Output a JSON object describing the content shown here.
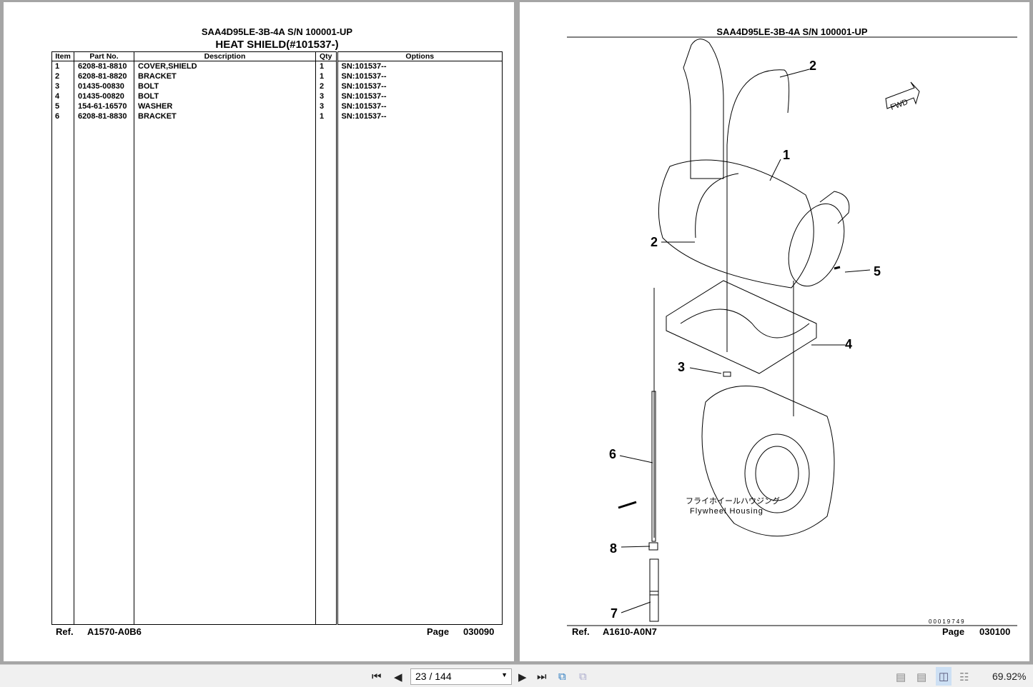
{
  "left_page": {
    "model": "SAA4D95LE-3B-4A S/N 100001-UP",
    "title": "HEAT SHIELD(#101537-)",
    "columns": [
      "Item",
      "Part No.",
      "Description",
      "Qty",
      "Options"
    ],
    "rows": [
      [
        "1",
        "6208-81-8810",
        "COVER,SHIELD",
        "1",
        "SN:101537--"
      ],
      [
        "2",
        "6208-81-8820",
        "BRACKET",
        "1",
        "SN:101537--"
      ],
      [
        "3",
        "01435-00830",
        "BOLT",
        "2",
        "SN:101537--"
      ],
      [
        "4",
        "01435-00820",
        "BOLT",
        "3",
        "SN:101537--"
      ],
      [
        "5",
        "154-61-16570",
        "WASHER",
        "3",
        "SN:101537--"
      ],
      [
        "6",
        "6208-81-8830",
        "BRACKET",
        "1",
        "SN:101537--"
      ]
    ],
    "ref_label": "Ref.",
    "ref": "A1570-A0B6",
    "page_label": "Page",
    "page": "030090"
  },
  "right_page": {
    "model": "SAA4D95LE-3B-4A S/N 100001-UP",
    "callouts": [
      "1",
      "2",
      "2",
      "3",
      "4",
      "5",
      "6",
      "7",
      "8"
    ],
    "fwd": "FWD",
    "housing_jp": "フライホイールハウジング",
    "housing_en": "Flywheel Housing",
    "drawing_no": "00019749",
    "ref_label": "Ref.",
    "ref": "A1610-A0N7",
    "page_label": "Page",
    "page": "030100"
  },
  "toolbar": {
    "page_value": "23 / 144",
    "zoom": "69.92%"
  }
}
